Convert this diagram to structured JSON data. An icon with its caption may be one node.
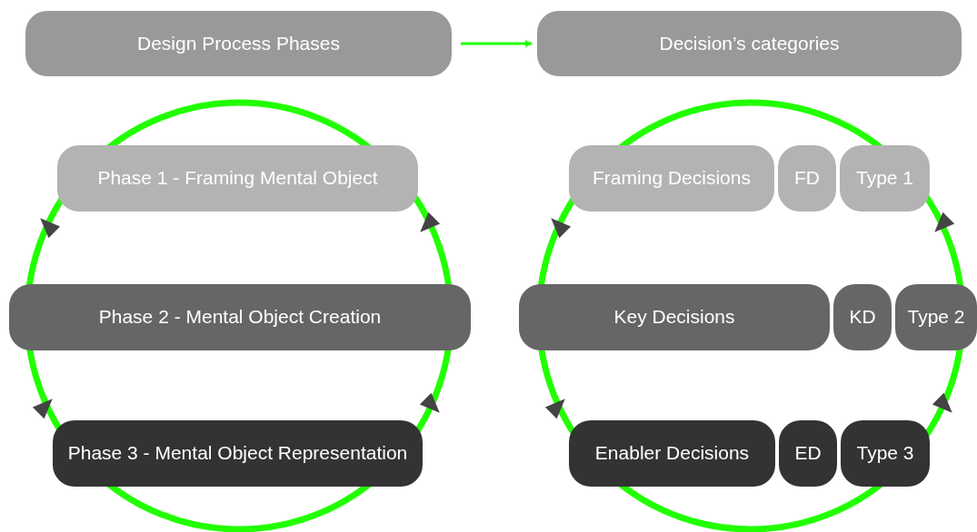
{
  "diagram": {
    "nodes": [
      {
        "text": [
          "Design Process Phases"
        ]
      },
      {
        "text": [
          "Decision’s categories"
        ]
      },
      {
        "text": [
          "Phase 1 - Framing Mental Object"
        ]
      },
      {
        "text": [
          "Phase 2 - Mental Object Creation"
        ]
      },
      {
        "text": [
          "Phase 3 - Mental Object Representation"
        ]
      },
      {
        "text": [
          "Framing Decisions"
        ]
      },
      {
        "text": [
          "FD"
        ]
      },
      {
        "text": [
          "Type 1"
        ]
      },
      {
        "text": [
          "Key Decisions"
        ]
      },
      {
        "text": [
          "KD"
        ]
      },
      {
        "text": [
          "Type 2"
        ]
      },
      {
        "text": [
          "Enabler Decisions"
        ]
      },
      {
        "text": [
          "ED"
        ]
      },
      {
        "text": [
          "Type 3"
        ]
      }
    ],
    "edges": [
      {
        "from": 0,
        "to": 1,
        "arrow": "to"
      }
    ]
  }
}
